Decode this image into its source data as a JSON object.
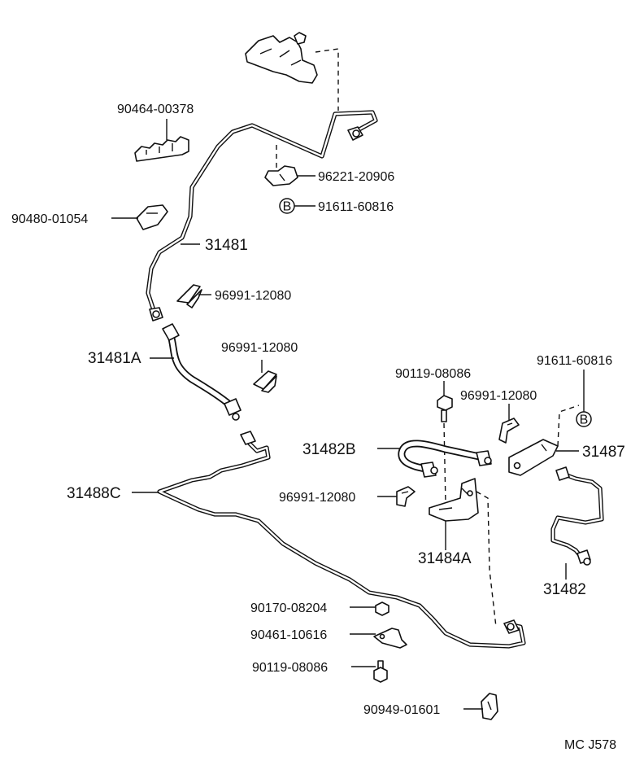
{
  "labels": {
    "p90464": "90464-00378",
    "p96221": "96221-20906",
    "p91611a": "91611-60816",
    "p90480": "90480-01054",
    "p31481": "31481",
    "p96991a": "96991-12080",
    "p31481a": "31481A",
    "p96991b": "96991-12080",
    "p90119a": "90119-08086",
    "p91611b": "91611-60816",
    "p96991c": "96991-12080",
    "p31482b": "31482B",
    "p31487": "31487",
    "p31488c": "31488C",
    "p96991d": "96991-12080",
    "p31484a": "31484A",
    "p31482": "31482",
    "p90170": "90170-08204",
    "p90461": "90461-10616",
    "p90119b": "90119-08086",
    "p90949": "90949-01601"
  },
  "marker_b": "B",
  "reference_code": "MC J578",
  "colors": {
    "ink": "#111111",
    "paper": "#ffffff"
  }
}
